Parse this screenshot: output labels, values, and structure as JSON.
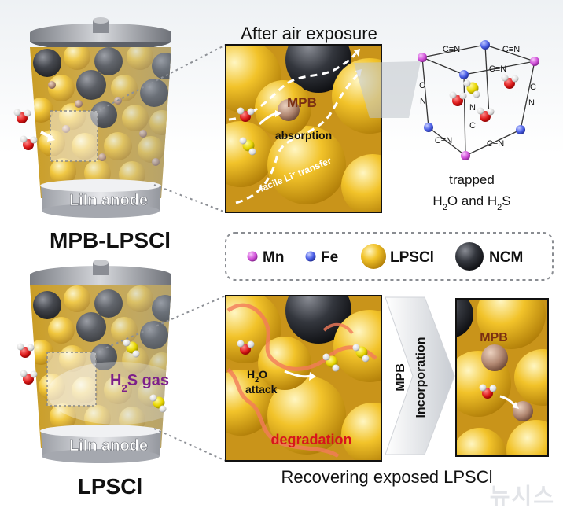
{
  "top": {
    "title": "After air exposure",
    "anode_label": "LiIn anode",
    "cell_label": "MPB-LPSCl",
    "mpb_label": "MPB",
    "absorption": "absorption",
    "transfer_text": "facile Li",
    "transfer_sup": "+",
    "transfer_tail": " transfer",
    "trapped_line1": "trapped",
    "trapped_line2_pre": "H",
    "trapped_sub1": "2",
    "trapped_line2_mid": "O and H",
    "trapped_sub2": "2",
    "trapped_line2_post": "S"
  },
  "legend": [
    {
      "label": "Mn",
      "color": "#d050d8"
    },
    {
      "label": "Fe",
      "color": "#4a5ee6"
    },
    {
      "label": "LPSCl",
      "color": "#f2c32a"
    },
    {
      "label": "NCM",
      "color": "#2d2f35"
    }
  ],
  "bottom": {
    "anode_label": "LiIn anode",
    "cell_label": "LPSCl",
    "gas_pre": "H",
    "gas_sub": "2",
    "gas_post": "S gas",
    "water_pre": "H",
    "water_sub": "2",
    "water_post": "O",
    "attack": "attack",
    "degradation": "degradation",
    "arrow_line1": "MPB",
    "arrow_line2": "Incorporation",
    "mpb_label": "MPB",
    "caption": "Recovering exposed LPSCl"
  },
  "framework": {
    "c": "C",
    "n": "N",
    "cn": "C≡N"
  },
  "watermark": "뉴시스"
}
